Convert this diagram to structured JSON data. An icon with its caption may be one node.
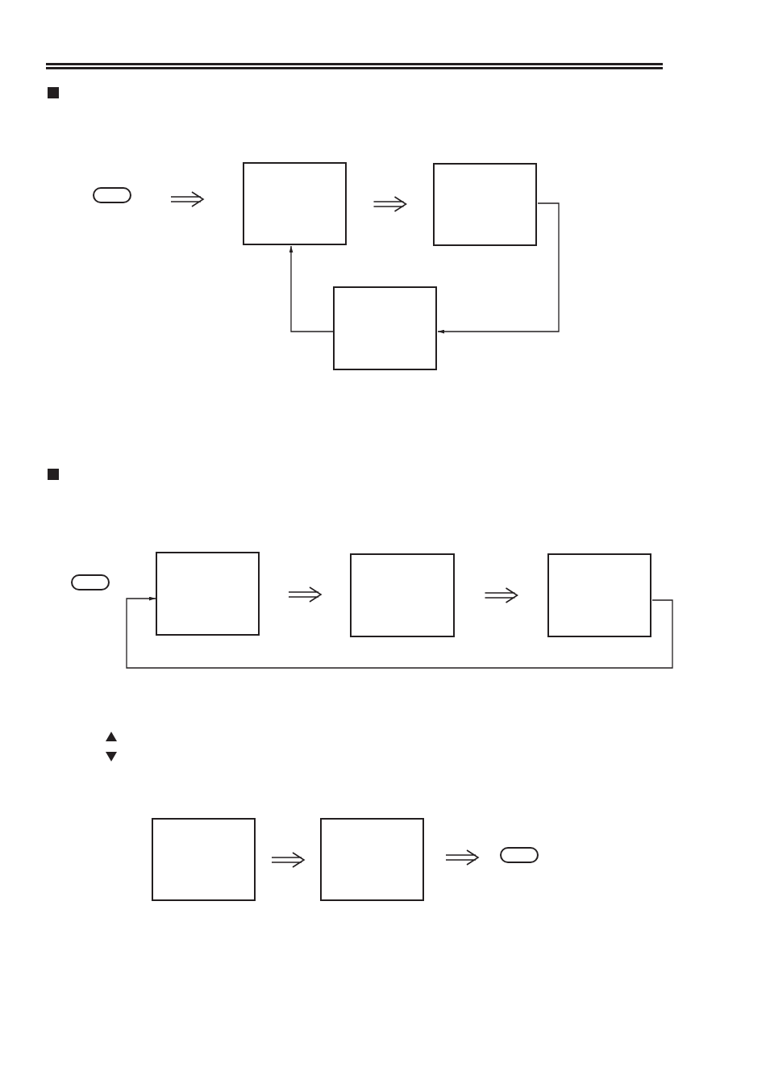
{
  "diagram": {
    "nodes": [
      {
        "text": [],
        "shape": "button"
      },
      {
        "text": [],
        "shape": "box"
      },
      {
        "text": [],
        "shape": "box"
      },
      {
        "text": [],
        "shape": "box"
      },
      {
        "text": [],
        "shape": "button"
      },
      {
        "text": [],
        "shape": "box"
      },
      {
        "text": [],
        "shape": "box"
      },
      {
        "text": [],
        "shape": "box"
      },
      {
        "text": [],
        "shape": "box"
      },
      {
        "text": [],
        "shape": "box"
      },
      {
        "text": [],
        "shape": "button"
      }
    ],
    "edges": [
      {
        "from": 0,
        "to": 1,
        "arrow": "to"
      },
      {
        "from": 1,
        "to": 2,
        "arrow": "to"
      },
      {
        "from": 2,
        "to": 3,
        "arrow": "to"
      },
      {
        "from": 3,
        "to": 1,
        "arrow": "to"
      },
      {
        "from": 5,
        "to": 6,
        "arrow": "to"
      },
      {
        "from": 6,
        "to": 7,
        "arrow": "to"
      },
      {
        "from": 7,
        "to": 5,
        "arrow": "to"
      },
      {
        "from": 8,
        "to": 9,
        "arrow": "to"
      },
      {
        "from": 9,
        "to": 10,
        "arrow": "to"
      }
    ]
  }
}
